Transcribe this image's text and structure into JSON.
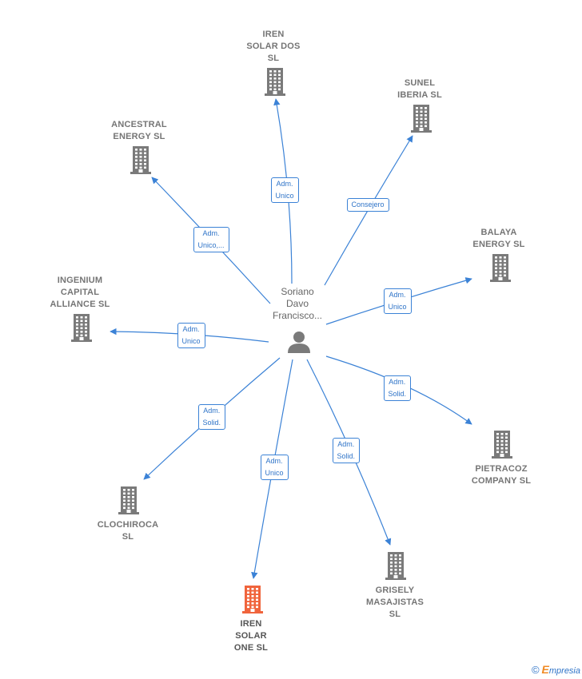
{
  "colors": {
    "edge": "#3b82d6",
    "building": "#7a7a7a",
    "building_highlight": "#f0643c",
    "person": "#7a7a7a"
  },
  "center": {
    "lines": [
      "Soriano",
      "Davo",
      "Francisco..."
    ],
    "icon": "person-icon"
  },
  "nodes": [
    {
      "id": "iren-solar-dos",
      "lines": [
        "IREN",
        "SOLAR DOS",
        "SL"
      ],
      "highlight": false
    },
    {
      "id": "sunel-iberia",
      "lines": [
        "SUNEL",
        "IBERIA  SL"
      ],
      "highlight": false
    },
    {
      "id": "ancestral-energy",
      "lines": [
        "ANCESTRAL",
        "ENERGY SL"
      ],
      "highlight": false
    },
    {
      "id": "balaya-energy",
      "lines": [
        "BALAYA",
        "ENERGY  SL"
      ],
      "highlight": false
    },
    {
      "id": "ingenium-capital-alliance",
      "lines": [
        "INGENIUM",
        "CAPITAL",
        "ALLIANCE  SL"
      ],
      "highlight": false
    },
    {
      "id": "pietracoz-company",
      "lines": [
        "PIETRACOZ",
        "COMPANY  SL"
      ],
      "highlight": false
    },
    {
      "id": "clochiroca",
      "lines": [
        "CLOCHIROCA",
        "SL"
      ],
      "highlight": false
    },
    {
      "id": "grisely-masajistas",
      "lines": [
        "GRISELY",
        "MASAJISTAS",
        "SL"
      ],
      "highlight": false
    },
    {
      "id": "iren-solar-one",
      "lines": [
        "IREN",
        "SOLAR",
        "ONE  SL"
      ],
      "highlight": true
    }
  ],
  "edges": [
    {
      "to": "iren-solar-dos",
      "lines": [
        "Adm.",
        "Unico"
      ]
    },
    {
      "to": "sunel-iberia",
      "lines": [
        "Consejero"
      ]
    },
    {
      "to": "ancestral-energy",
      "lines": [
        "Adm.",
        "Unico,..."
      ]
    },
    {
      "to": "balaya-energy",
      "lines": [
        "Adm.",
        "Unico"
      ]
    },
    {
      "to": "ingenium-capital-alliance",
      "lines": [
        "Adm.",
        "Unico"
      ]
    },
    {
      "to": "pietracoz-company",
      "lines": [
        "Adm.",
        "Solid."
      ]
    },
    {
      "to": "clochiroca",
      "lines": [
        "Adm.",
        "Solid."
      ]
    },
    {
      "to": "grisely-masajistas",
      "lines": [
        "Adm.",
        "Solid."
      ]
    },
    {
      "to": "iren-solar-one",
      "lines": [
        "Adm.",
        "Unico"
      ]
    }
  ],
  "footer": {
    "copyright": "©",
    "brand_initial": "E",
    "brand_rest": "mpresia"
  }
}
